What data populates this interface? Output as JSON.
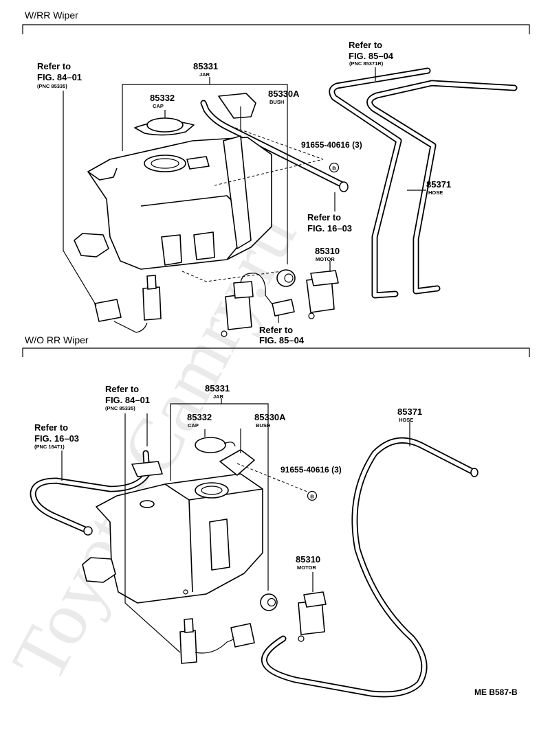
{
  "watermark": "Toyota-Camry.ru",
  "sections": {
    "top": {
      "title": "W/RR Wiper",
      "jar_no": "85331",
      "jar_name": "JAR",
      "cap_no": "85332",
      "cap_name": "CAP",
      "bush_no": "85330A",
      "bush_name": "BUSH",
      "bolt_no": "91655-40616 (3)",
      "motor_no": "85310",
      "motor_name": "MOTOR",
      "hose_no": "85371",
      "hose_name": "HOSE",
      "ref_fig8401_a": "Refer to",
      "ref_fig8401_b": "FIG. 84–01",
      "ref_fig8401_pnc": "(PNC 85335)",
      "ref_fig8504top_a": "Refer to",
      "ref_fig8504top_b": "FIG. 85–04",
      "ref_fig8504top_pnc": "(PNC 85371R)",
      "ref_fig1603_a": "Refer to",
      "ref_fig1603_b": "FIG. 16–03",
      "ref_fig8504bot_a": "Refer to",
      "ref_fig8504bot_b": "FIG. 85–04"
    },
    "bottom": {
      "title": "W/O RR Wiper",
      "jar_no": "85331",
      "jar_name": "JAR",
      "cap_no": "85332",
      "cap_name": "CAP",
      "bush_no": "85330A",
      "bush_name": "BUSH",
      "bolt_no": "91655-40616 (3)",
      "motor_no": "85310",
      "motor_name": "MOTOR",
      "hose_no": "85371",
      "hose_name": "HOSE",
      "ref_fig8401_a": "Refer to",
      "ref_fig8401_b": "FIG. 84–01",
      "ref_fig8401_pnc": "(PNC 85335)",
      "ref_fig1603_a": "Refer to",
      "ref_fig1603_b": "FIG. 16–03",
      "ref_fig1603_pnc": "(PNC 16471)"
    }
  },
  "callout_marker": "B",
  "diagram_code": "ME B587-B"
}
